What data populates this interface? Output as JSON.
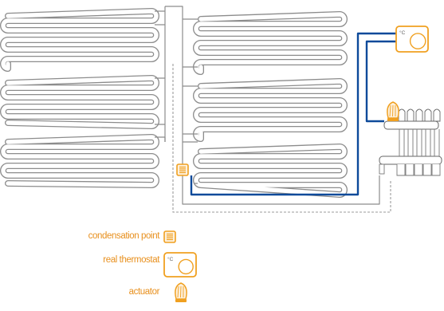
{
  "colors": {
    "pipe": "#8c8c8c",
    "blue_cable": "#0d4a9a",
    "dashed": "#9b9b9b",
    "accent": "#f0a020",
    "legend_text": "#e8901e",
    "device_fill": "#ffffff"
  },
  "thermostat_unit": "°C",
  "legend": {
    "items": [
      {
        "label": "condensation point",
        "icon": "condensation-point-icon"
      },
      {
        "label": "real thermostat",
        "icon": "thermostat-icon"
      },
      {
        "label": "actuator",
        "icon": "actuator-icon"
      }
    ]
  }
}
